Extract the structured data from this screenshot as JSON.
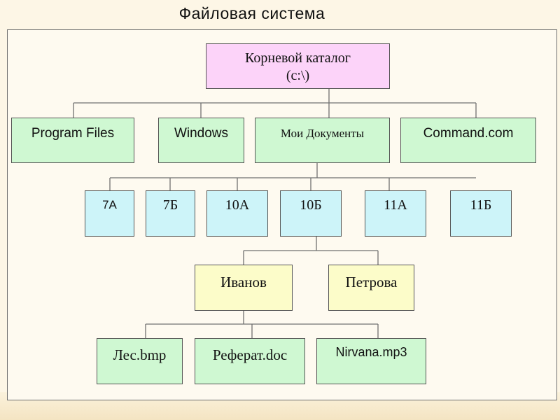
{
  "title": "Файловая система",
  "root": {
    "line1": "Корневой каталог",
    "line2": "(c:\\)"
  },
  "level1": [
    "Program Files",
    "Windows",
    "Мои Документы",
    "Command.com"
  ],
  "level2": [
    "7А",
    "7Б",
    "10А",
    "10Б",
    "11А",
    "11Б"
  ],
  "level3": [
    "Иванов",
    "Петрова"
  ],
  "level4": [
    "Лес.bmp",
    "Реферат.doc",
    "Nirvana.mp3"
  ]
}
